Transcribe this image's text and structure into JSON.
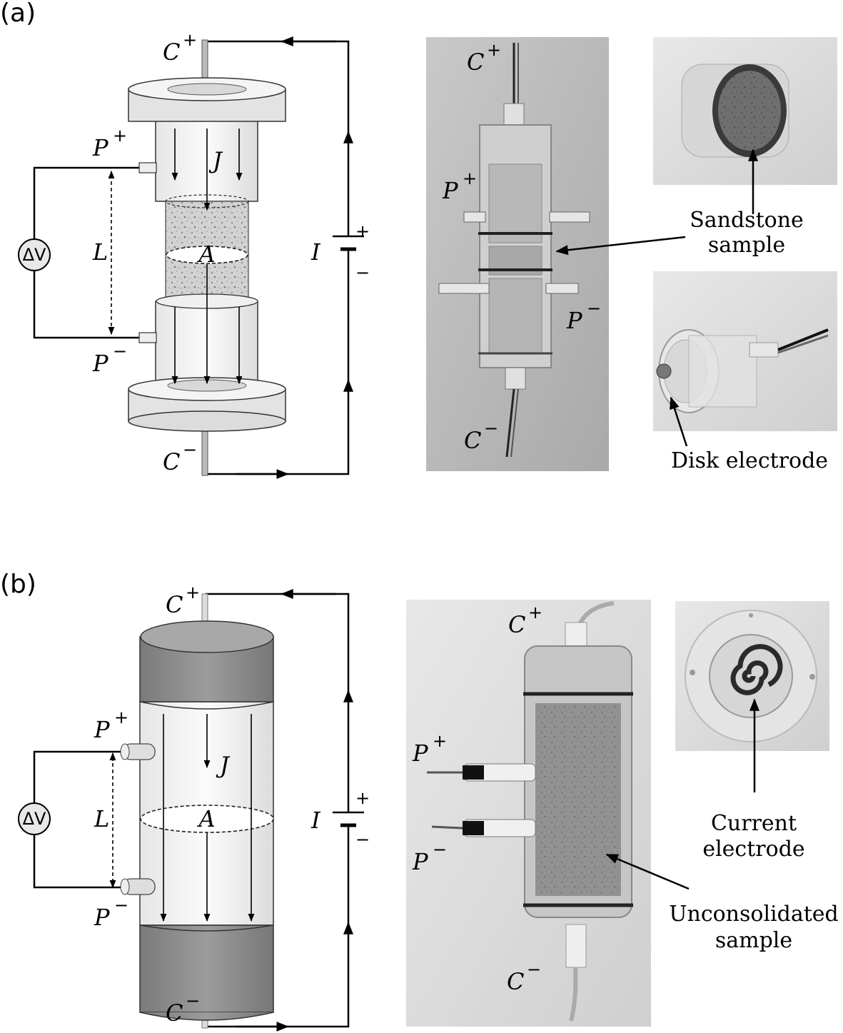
{
  "panels": [
    {
      "label": "(a)",
      "terminals": {
        "current_top": "C",
        "current_top_sign": "+",
        "current_bottom": "C",
        "current_bottom_sign": "−",
        "potential_top": "P",
        "potential_top_sign": "+",
        "potential_bottom": "P",
        "potential_bottom_sign": "−"
      },
      "flux": "J",
      "area": "A",
      "length": "L",
      "voltmeter": "ΔV",
      "current": "I",
      "battery_plus": "+",
      "battery_minus": "−",
      "photo_labels": {
        "c_top": "C",
        "c_top_sign": "+",
        "p_top": "P",
        "p_top_sign": "+",
        "p_bottom": "P",
        "p_bottom_sign": "−",
        "c_bottom": "C",
        "c_bottom_sign": "−"
      },
      "callouts": [
        "Sandstone",
        "sample",
        "Disk electrode"
      ]
    },
    {
      "label": "(b)",
      "terminals": {
        "current_top": "C",
        "current_top_sign": "+",
        "current_bottom": "C",
        "current_bottom_sign": "−",
        "potential_top": "P",
        "potential_top_sign": "+",
        "potential_bottom": "P",
        "potential_bottom_sign": "−"
      },
      "flux": "J",
      "area": "A",
      "length": "L",
      "voltmeter": "ΔV",
      "current": "I",
      "battery_plus": "+",
      "battery_minus": "−",
      "photo_labels": {
        "c_top": "C",
        "c_top_sign": "+",
        "p_top": "P",
        "p_top_sign": "+",
        "p_bottom": "P",
        "p_bottom_sign": "−",
        "c_bottom": "C",
        "c_bottom_sign": "−"
      },
      "callouts": [
        "Current",
        "electrode",
        "Unconsolidated",
        "sample"
      ]
    }
  ],
  "colors": {
    "cap_light": "#ececec",
    "cap_dark": "#8a8a8a",
    "tube": "#f4f4f4",
    "photo_bg": "#bdbdbd"
  }
}
